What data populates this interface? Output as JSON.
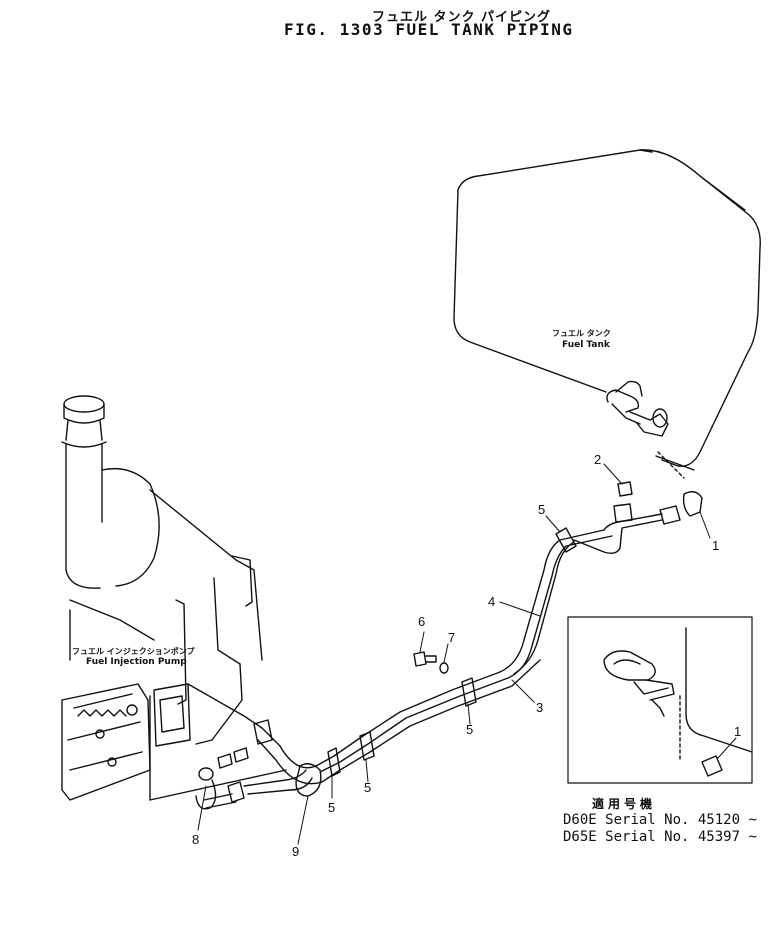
{
  "title": {
    "japanese": "フュエル タンク パイピング",
    "english": "FIG. 1303  FUEL TANK PIPING"
  },
  "labels": {
    "fuel_tank_jp": "フュエル タンク",
    "fuel_tank_en": "Fuel Tank",
    "injection_pump_jp": "フュエル インジェクションポンプ",
    "injection_pump_en": "Fuel Injection Pump"
  },
  "callouts": [
    "1",
    "2",
    "3",
    "4",
    "5",
    "5",
    "5",
    "5",
    "6",
    "7",
    "8",
    "9",
    "1"
  ],
  "applicability": {
    "heading": "適用号機",
    "rows": [
      {
        "model": "D60E",
        "serial": "Serial No. 45120 ~"
      },
      {
        "model": "D65E",
        "serial": "Serial No. 45397 ~"
      }
    ]
  }
}
